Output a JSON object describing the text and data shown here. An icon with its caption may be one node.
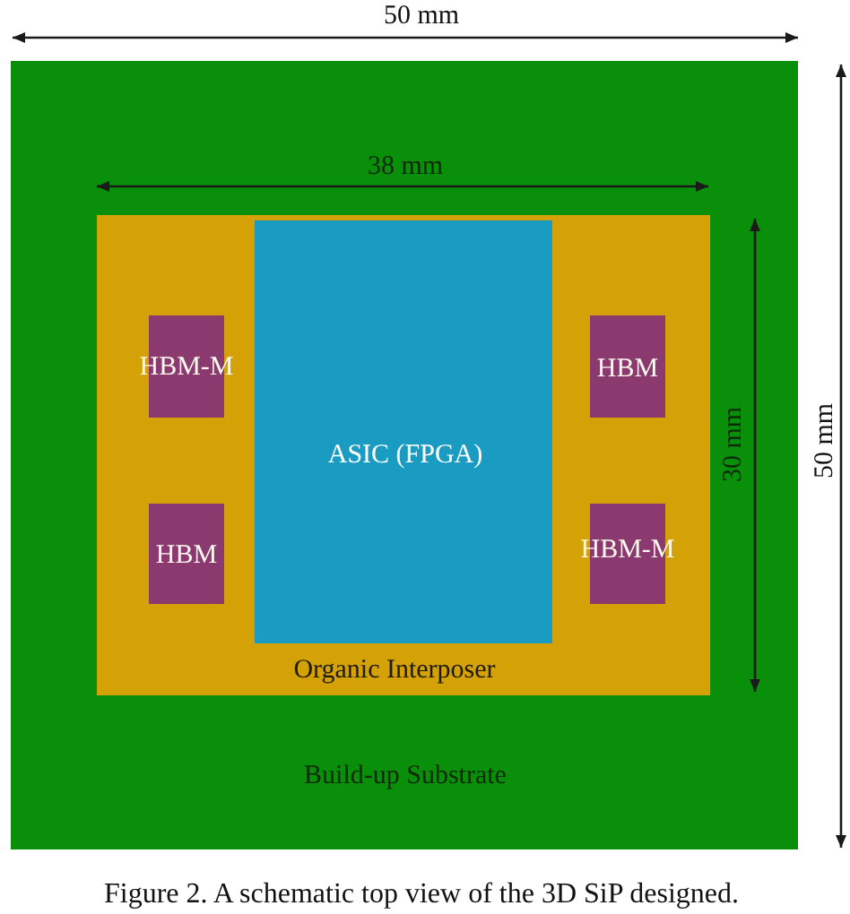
{
  "diagram": {
    "caption": "Figure 2. A schematic top view of the 3D SiP designed.",
    "nodes": [
      {
        "text": [
          "Build-up Substrate"
        ]
      },
      {
        "text": [
          "Organic Interposer"
        ],
        "in": 0
      },
      {
        "text": [
          "ASIC (FPGA)"
        ],
        "in": 1
      },
      {
        "text": [
          "HBM-M"
        ],
        "in": 1
      },
      {
        "text": [
          "HBM"
        ],
        "in": 1
      },
      {
        "text": [
          "HBM"
        ],
        "in": 1
      },
      {
        "text": [
          "HBM-M"
        ],
        "in": 1
      }
    ],
    "labels": [
      "50 mm",
      "38 mm",
      "30 mm",
      "50 mm"
    ]
  }
}
